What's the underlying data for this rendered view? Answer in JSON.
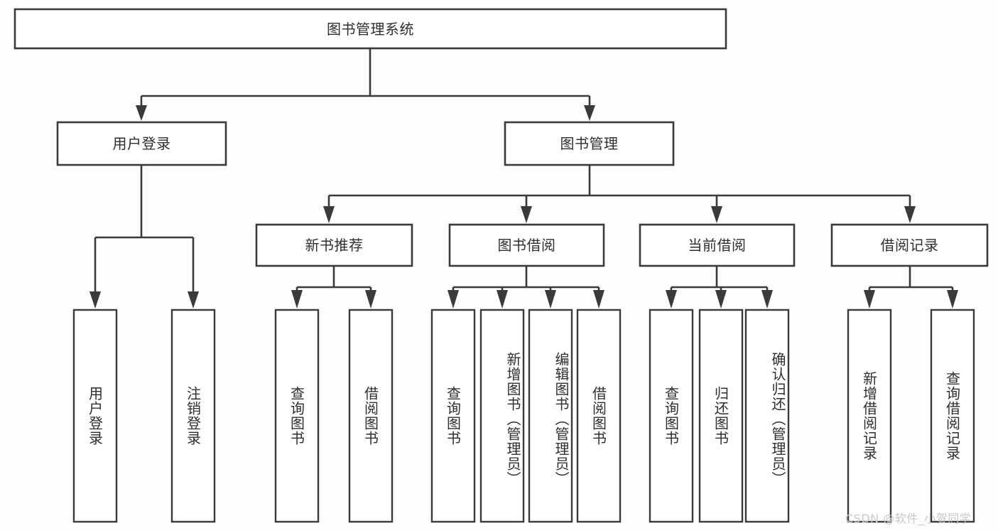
{
  "diagram": {
    "type": "tree-hierarchy",
    "title": "图书管理系统",
    "watermark": "CSDN @软件_小贺同学",
    "colors": {
      "background": "#fdfdfd",
      "box_fill": "#ffffff",
      "line": "#3a3a3a",
      "text": "#2e2e2e",
      "watermark": "#c8c8c8"
    },
    "root": {
      "label": "图书管理系统"
    },
    "level2": [
      {
        "label": "用户登录"
      },
      {
        "label": "图书管理"
      }
    ],
    "level3": [
      {
        "label": "新书推荐"
      },
      {
        "label": "图书借阅"
      },
      {
        "label": "当前借阅"
      },
      {
        "label": "借阅记录"
      }
    ],
    "leaves": {
      "user_login": [
        {
          "label": "用户登录"
        },
        {
          "label": "注销登录"
        }
      ],
      "new_book_recommend": [
        {
          "label": "查询图书"
        },
        {
          "label": "借阅图书"
        }
      ],
      "book_borrow": [
        {
          "label": "查询图书"
        },
        {
          "label": "新增图书（管理员）"
        },
        {
          "label": "编辑图书（管理员）"
        },
        {
          "label": "借阅图书"
        }
      ],
      "current_borrow": [
        {
          "label": "查询图书"
        },
        {
          "label": "归还图书"
        },
        {
          "label": "确认归还（管理员）"
        }
      ],
      "borrow_record": [
        {
          "label": "新增借阅记录"
        },
        {
          "label": "查询借阅记录"
        }
      ]
    }
  }
}
